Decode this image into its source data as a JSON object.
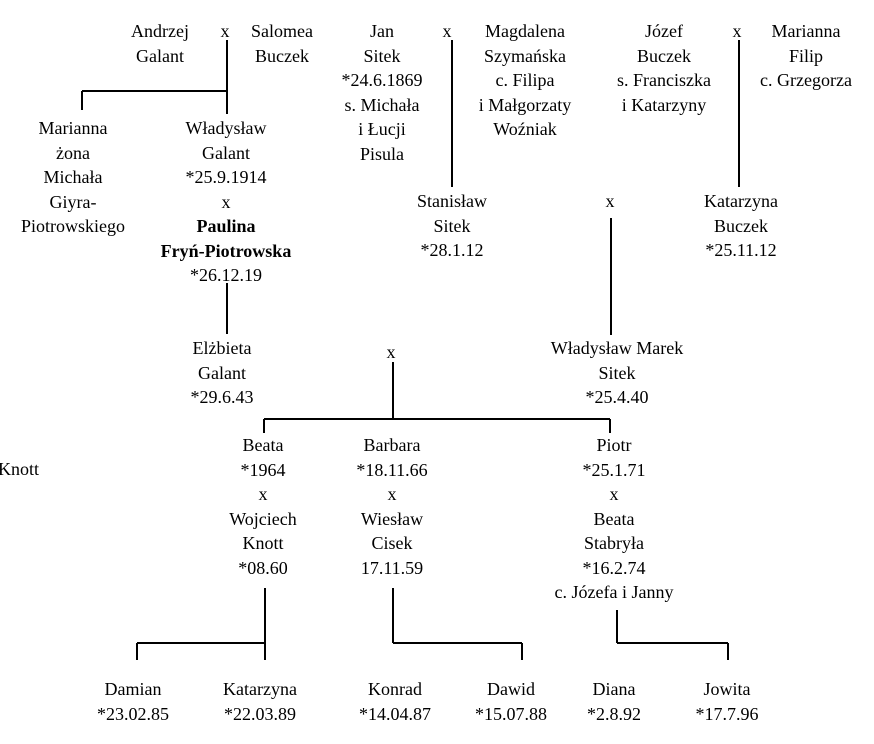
{
  "people": [
    {
      "id": "andrzej-galant",
      "lines": [
        "Andrzej",
        "Galant"
      ]
    },
    {
      "id": "salomea-buczek",
      "lines": [
        "Salomea",
        "Buczek"
      ]
    },
    {
      "id": "jan-sitek",
      "lines": [
        "Jan",
        "Sitek",
        "*24.6.1869",
        "s. Michała",
        "i Łucji",
        "Pisula"
      ]
    },
    {
      "id": "magdalena-szymanska",
      "lines": [
        "Magdalena",
        "Szymańska",
        "c. Filipa",
        "i Małgorzaty",
        "Woźniak"
      ]
    },
    {
      "id": "jozef-buczek",
      "lines": [
        "Józef",
        "Buczek",
        "s. Franciszka",
        "i Katarzyny"
      ]
    },
    {
      "id": "marianna-filip",
      "lines": [
        "Marianna",
        "Filip",
        "c. Grzegorza"
      ]
    },
    {
      "id": "marianna-giyra",
      "lines": [
        "Marianna",
        "żona",
        "Michała",
        "Giyra-",
        "Piotrowskiego"
      ]
    },
    {
      "id": "wladyslaw-galant",
      "lines": [
        "Władysław",
        "Galant",
        "*25.9.1914",
        "x"
      ]
    },
    {
      "id": "paulina",
      "lines": [
        "Paulina",
        "Fryń-Piotrowska"
      ],
      "bold": true
    },
    {
      "id": "paulina-date",
      "lines": [
        "*26.12.19"
      ]
    },
    {
      "id": "stanislaw-sitek",
      "lines": [
        "Stanisław",
        "Sitek",
        "*28.1.12"
      ]
    },
    {
      "id": "katarzyna-buczek",
      "lines": [
        "Katarzyna",
        "Buczek",
        "*25.11.12"
      ]
    },
    {
      "id": "elzbieta-galant",
      "lines": [
        "Elżbieta",
        "Galant",
        "*29.6.43"
      ]
    },
    {
      "id": "wladyslaw-marek-sitek",
      "lines": [
        "Władysław  Marek",
        "Sitek",
        "*25.4.40"
      ]
    },
    {
      "id": "beata-1964",
      "lines": [
        "Beata",
        "*1964",
        "x",
        "Wojciech",
        "Knott",
        "*08.60"
      ]
    },
    {
      "id": "barbara",
      "lines": [
        "Barbara",
        "*18.11.66",
        "x",
        "Wiesław",
        "Cisek",
        "17.11.59"
      ]
    },
    {
      "id": "piotr",
      "lines": [
        "Piotr",
        "*25.1.71",
        "x",
        "Beata",
        "Stabryła",
        "*16.2.74",
        "c. Józefa i Janny"
      ]
    },
    {
      "id": "knott-fragment",
      "lines": [
        "Knott"
      ],
      "align": "left"
    },
    {
      "id": "damian",
      "lines": [
        "Damian",
        "*23.02.85"
      ]
    },
    {
      "id": "katarzyna-knott",
      "lines": [
        "Katarzyna",
        "*22.03.89"
      ]
    },
    {
      "id": "konrad",
      "lines": [
        "Konrad",
        "*14.04.87"
      ]
    },
    {
      "id": "dawid",
      "lines": [
        "Dawid",
        "*15.07.88"
      ]
    },
    {
      "id": "diana",
      "lines": [
        "Diana",
        "*2.8.92"
      ]
    },
    {
      "id": "jowita",
      "lines": [
        "Jowita",
        "*17.7.96"
      ]
    }
  ],
  "marriage_symbol": "x",
  "line_color": "#000000"
}
